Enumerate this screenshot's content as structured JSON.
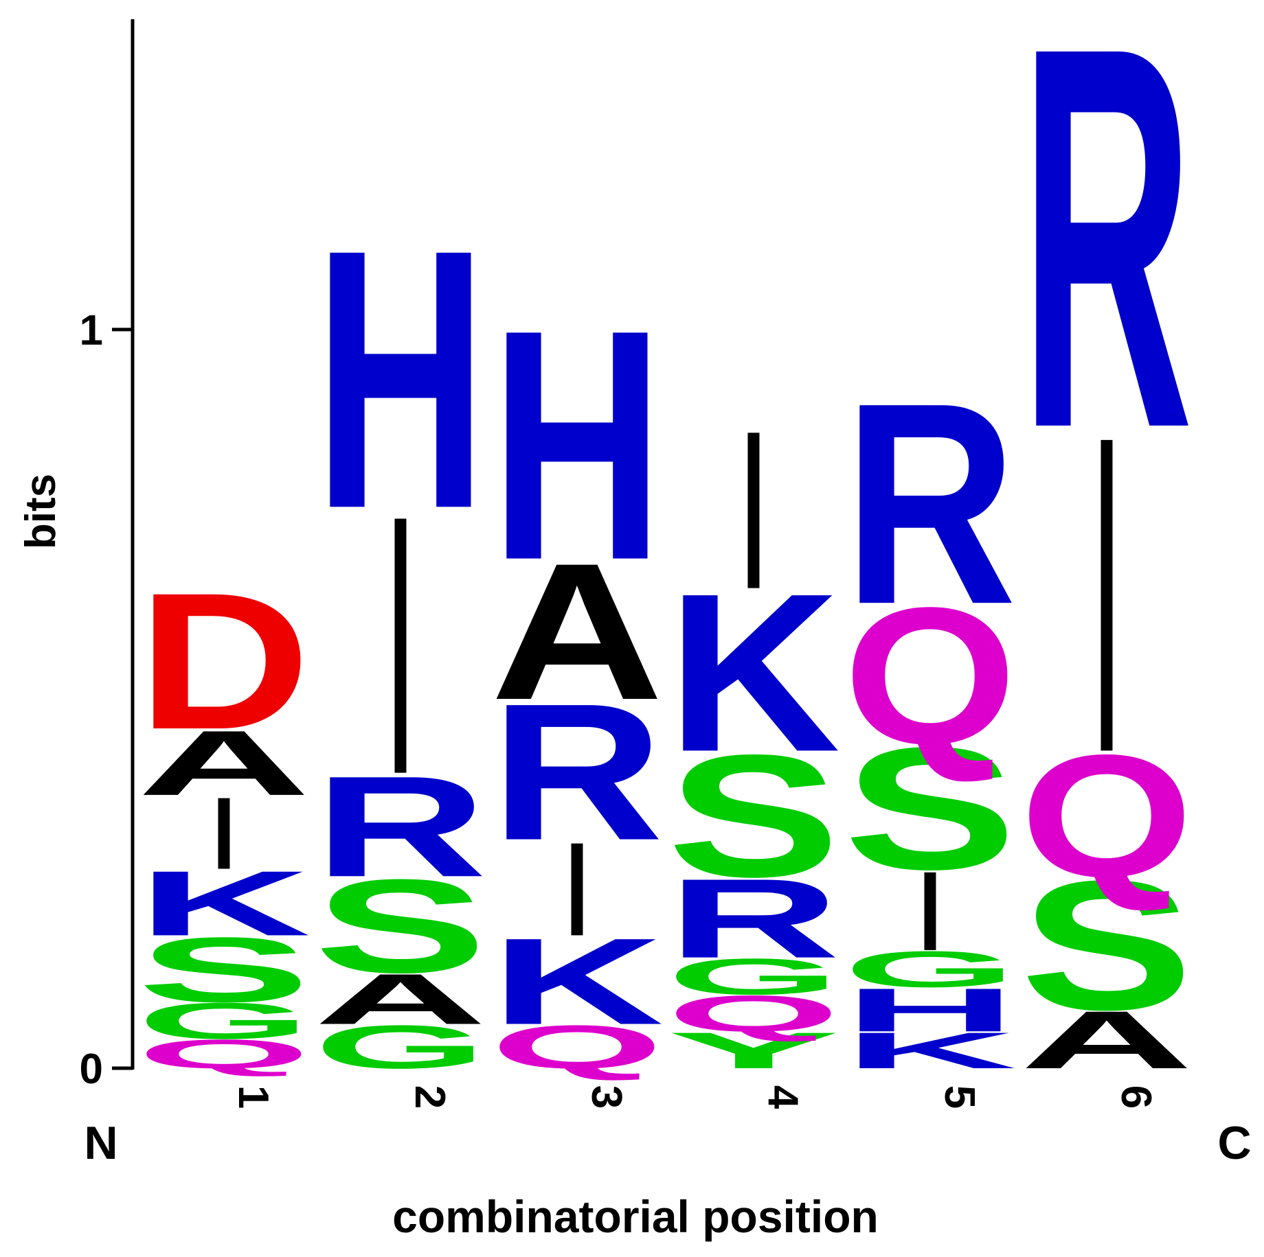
{
  "chart_data": {
    "type": "sequence-logo",
    "ylabel": "bits",
    "xlabel": "combinatorial position",
    "y_ticks": [
      0,
      1
    ],
    "ylim": [
      0,
      1.42
    ],
    "n_terminus_label": "N",
    "c_terminus_label": "C",
    "colors": {
      "basic": "#0000cc",
      "acidic": "#ee0000",
      "hydrophobic": "#000000",
      "polar_amide": "#dd00cc",
      "polar_small": "#00cc00"
    },
    "positions": [
      {
        "label": "1",
        "stack": [
          {
            "letter": "Q",
            "bits": 0.04,
            "color": "#dd00cc"
          },
          {
            "letter": "G",
            "bits": 0.05,
            "color": "#00cc00"
          },
          {
            "letter": "S",
            "bits": 0.09,
            "color": "#00cc00"
          },
          {
            "letter": "K",
            "bits": 0.09,
            "color": "#0000cc"
          },
          {
            "letter": "I",
            "bits": 0.1,
            "color": "#000000"
          },
          {
            "letter": "A",
            "bits": 0.09,
            "color": "#000000"
          },
          {
            "letter": "D",
            "bits": 0.19,
            "color": "#ee0000"
          }
        ]
      },
      {
        "label": "2",
        "stack": [
          {
            "letter": "G",
            "bits": 0.06,
            "color": "#00cc00"
          },
          {
            "letter": "A",
            "bits": 0.07,
            "color": "#000000"
          },
          {
            "letter": "S",
            "bits": 0.13,
            "color": "#00cc00"
          },
          {
            "letter": "R",
            "bits": 0.14,
            "color": "#0000cc"
          },
          {
            "letter": "I",
            "bits": 0.36,
            "color": "#000000"
          },
          {
            "letter": "H",
            "bits": 0.36,
            "color": "#0000cc"
          }
        ]
      },
      {
        "label": "3",
        "stack": [
          {
            "letter": "Q",
            "bits": 0.06,
            "color": "#dd00cc"
          },
          {
            "letter": "K",
            "bits": 0.12,
            "color": "#0000cc"
          },
          {
            "letter": "I",
            "bits": 0.13,
            "color": "#000000"
          },
          {
            "letter": "R",
            "bits": 0.19,
            "color": "#0000cc"
          },
          {
            "letter": "A",
            "bits": 0.19,
            "color": "#000000"
          },
          {
            "letter": "H",
            "bits": 0.32,
            "color": "#0000cc"
          }
        ]
      },
      {
        "label": "4",
        "stack": [
          {
            "letter": "Y",
            "bits": 0.05,
            "color": "#00cc00"
          },
          {
            "letter": "Q",
            "bits": 0.05,
            "color": "#dd00cc"
          },
          {
            "letter": "G",
            "bits": 0.05,
            "color": "#00cc00"
          },
          {
            "letter": "R",
            "bits": 0.11,
            "color": "#0000cc"
          },
          {
            "letter": "S",
            "bits": 0.17,
            "color": "#00cc00"
          },
          {
            "letter": "K",
            "bits": 0.22,
            "color": "#0000cc"
          },
          {
            "letter": "I",
            "bits": 0.22,
            "color": "#000000"
          }
        ]
      },
      {
        "label": "5",
        "stack": [
          {
            "letter": "K",
            "bits": 0.05,
            "color": "#0000cc"
          },
          {
            "letter": "H",
            "bits": 0.06,
            "color": "#0000cc"
          },
          {
            "letter": "G",
            "bits": 0.05,
            "color": "#00cc00"
          },
          {
            "letter": "I",
            "bits": 0.11,
            "color": "#000000"
          },
          {
            "letter": "S",
            "bits": 0.17,
            "color": "#00cc00"
          },
          {
            "letter": "Q",
            "bits": 0.19,
            "color": "#dd00cc"
          },
          {
            "letter": "R",
            "bits": 0.28,
            "color": "#0000cc"
          }
        ]
      },
      {
        "label": "6",
        "stack": [
          {
            "letter": "A",
            "bits": 0.08,
            "color": "#000000"
          },
          {
            "letter": "S",
            "bits": 0.18,
            "color": "#00cc00"
          },
          {
            "letter": "Q",
            "bits": 0.17,
            "color": "#dd00cc"
          },
          {
            "letter": "I",
            "bits": 0.44,
            "color": "#000000"
          },
          {
            "letter": "R",
            "bits": 0.53,
            "color": "#0000cc"
          }
        ]
      }
    ]
  }
}
